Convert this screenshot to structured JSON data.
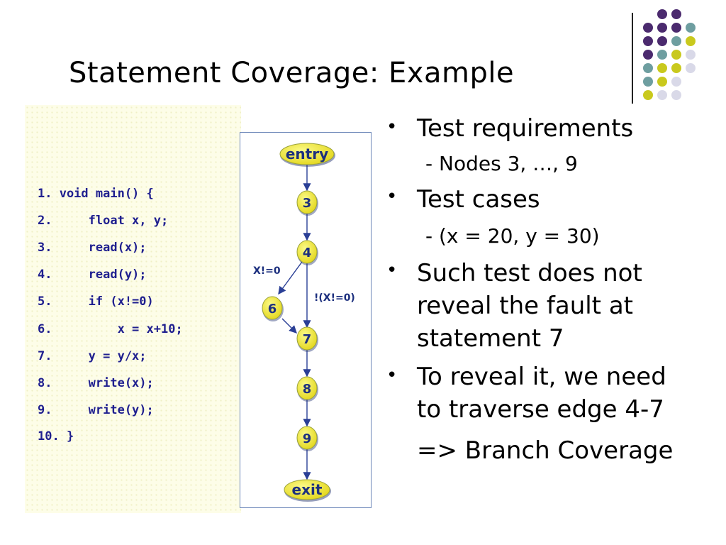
{
  "slide": {
    "title": "Statement Coverage: Example"
  },
  "decoration": {
    "dot_colors": [
      "#4b2a6e",
      "#6e9ea0",
      "#c9c91d",
      "#d9d9e8"
    ]
  },
  "code": {
    "lines": [
      "1. void main() {",
      "2.     float x, y;",
      "3.     read(x);",
      "4.     read(y);",
      "5.     if (x!=0)",
      "6.         x = x+10;",
      "7.     y = y/x;",
      "8.     write(x);",
      "9.     write(y);",
      "10. }"
    ]
  },
  "graph": {
    "nodes": {
      "entry": "entry",
      "n3": "3",
      "n4": "4",
      "n6": "6",
      "n7": "7",
      "n8": "8",
      "n9": "9",
      "exit": "exit"
    },
    "edge_labels": {
      "true_branch": "X!=0",
      "false_branch": "!(X!=0)"
    }
  },
  "bullets": {
    "b1": "Test requirements",
    "b1_sub": "- Nodes 3, …, 9",
    "b2": "Test cases",
    "b2_sub": "- (x = 20, y = 30)",
    "b3_l1": "Such test does not",
    "b3_l2": "reveal the fault at",
    "b3_l3": "statement 7",
    "b4_l1": "To reveal it, we need",
    "b4_l2": "to traverse edge 4-7",
    "b4_l3": "=> Branch Coverage",
    "marker": "•"
  }
}
